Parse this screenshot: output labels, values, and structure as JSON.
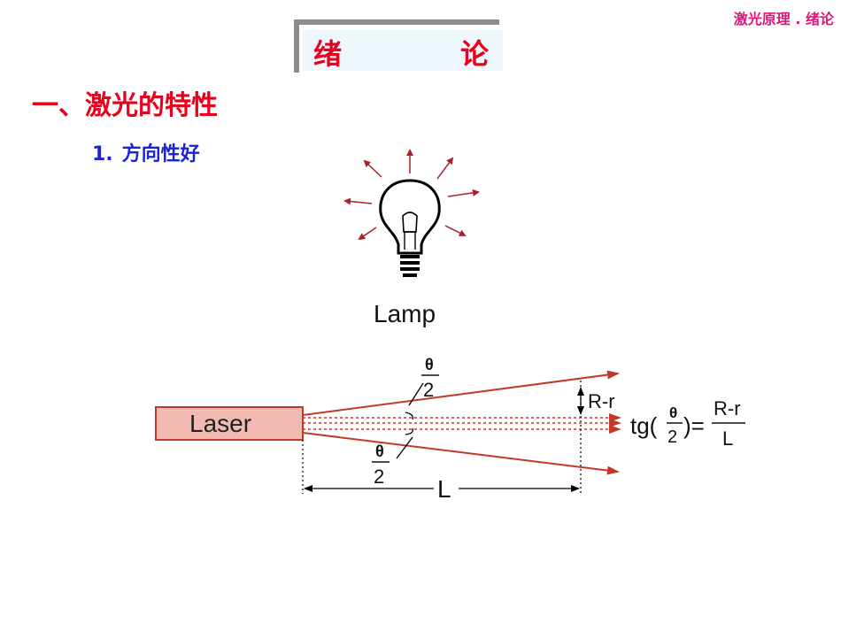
{
  "header": {
    "course": "激光原理 . 绪论"
  },
  "title": {
    "char1": "绪",
    "char2": "论"
  },
  "section": {
    "heading": "一、激光的特性"
  },
  "subsection": {
    "number": "1.",
    "label": "方向性好"
  },
  "diagram": {
    "lamp_label": "Lamp",
    "laser_label": "Laser",
    "half_angle_top": {
      "numerator": "θ",
      "denominator": "2"
    },
    "half_angle_bottom": {
      "numerator": "θ",
      "denominator": "2"
    },
    "spread_label": "R-r",
    "length_label": "L",
    "formula": {
      "prefix": "tg(",
      "frac_num": "θ",
      "frac_den": "2",
      "suffix": ")=",
      "rhs_num": "R-r",
      "rhs_den": "L"
    }
  },
  "colors": {
    "title_red": "#e8001c",
    "sub_blue": "#1a23d6",
    "header_pink": "#e0177a",
    "beam_red": "#c0392b",
    "laser_fill": "#f1b9b0"
  }
}
